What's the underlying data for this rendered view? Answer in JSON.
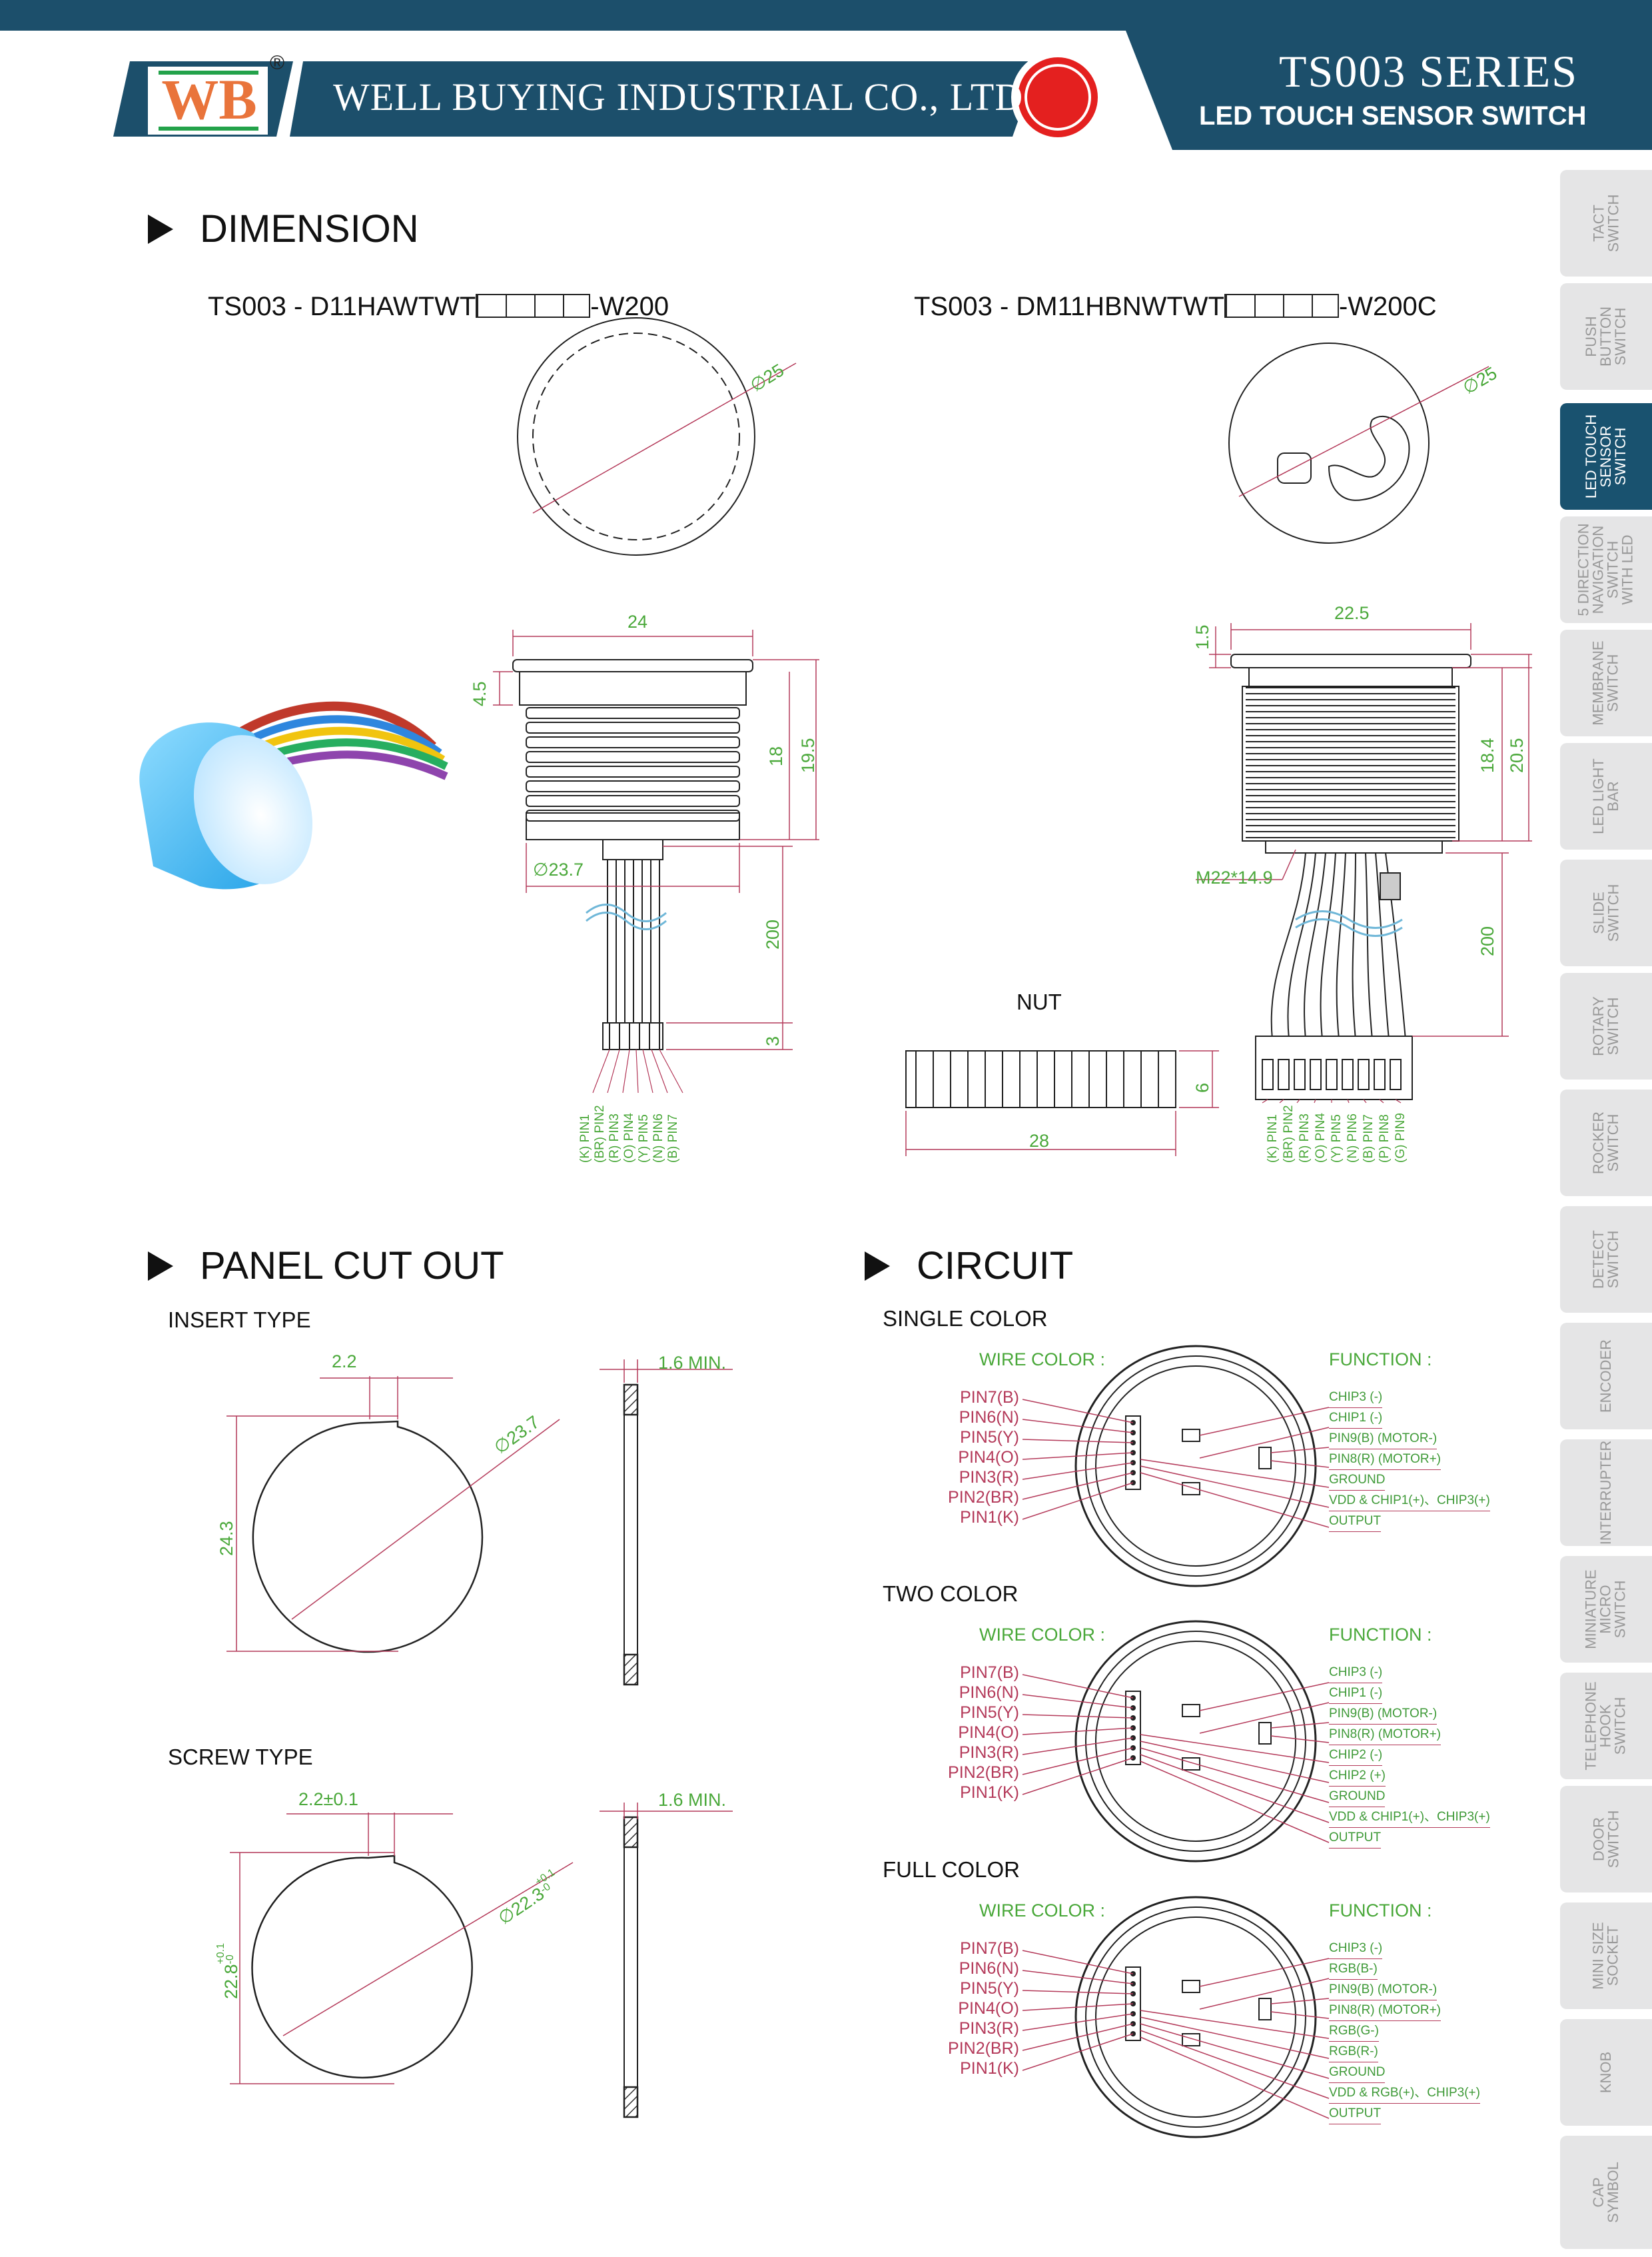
{
  "header": {
    "logo": "WB",
    "registered": "®",
    "company": "WELL BUYING INDUSTRIAL CO., LTD",
    "series": "TS003 SERIES",
    "product": "LED TOUCH SENSOR SWITCH",
    "colors": {
      "banner": "#1c4f6b",
      "logo_orange": "#e9743b",
      "red_dot": "#e4201f",
      "green_text": "#4aa83a",
      "leader_red": "#b43a5a"
    }
  },
  "sidebar": {
    "items": [
      {
        "label": "TACT\nSWITCH"
      },
      {
        "label": "PUSH\nBUTTON\nSWITCH"
      },
      {
        "label": "LED TOUCH\nSENSOR\nSWITCH",
        "active": true
      },
      {
        "label": "5 DIRECTION\nNAVIGATION\nSWITCH\nWITH LED"
      },
      {
        "label": "MEMBRANE\nSWITCH"
      },
      {
        "label": "LED LIGHT\nBAR"
      },
      {
        "label": "SLIDE\nSWITCH"
      },
      {
        "label": "ROTARY\nSWITCH"
      },
      {
        "label": "ROCKER\nSWITCH"
      },
      {
        "label": "DETECT\nSWITCH"
      },
      {
        "label": "ENCODER"
      },
      {
        "label": "INTERRUPTER"
      },
      {
        "label": "MINIATURE\nMICRO\nSWITCH"
      },
      {
        "label": "TELEPHONE\nHOOK\nSWITCH"
      },
      {
        "label": "DOOR\nSWITCH"
      },
      {
        "label": "MINI SIZE\nSOCKET"
      },
      {
        "label": "KNOB"
      },
      {
        "label": "CAP\nSYMBOL"
      }
    ]
  },
  "dimension": {
    "title": "DIMENSION",
    "left": {
      "part_prefix": "TS003 - D11HAWTWT",
      "part_suffix": "-W200",
      "dims": {
        "dia_top": "∅25",
        "width": "24",
        "h1": "4.5",
        "h2": "18",
        "h3": "19.5",
        "dia_body": "∅23.7",
        "lead": "200",
        "tip": "3"
      },
      "pins": [
        "(K) PIN1",
        "(BR) PIN2",
        "(R) PIN3",
        "(O) PIN4",
        "(Y) PIN5",
        "(N) PIN6",
        "(B) PIN7"
      ]
    },
    "right": {
      "part_prefix": "TS003 - DM11HBNWTWT",
      "part_suffix": "-W200C",
      "dims": {
        "dia_top": "∅25",
        "width": "22.5",
        "h1": "1.5",
        "h2": "18.4",
        "h3": "20.5",
        "thread": "M22*14.9",
        "lead": "200"
      },
      "pins": [
        "(K) PIN1",
        "(BR) PIN2",
        "(R) PIN3",
        "(O) PIN4",
        "(Y) PIN5",
        "(N) PIN6",
        "(B) PIN7",
        "(P) PIN8",
        "(G) PIN9"
      ]
    },
    "nut": {
      "label": "NUT",
      "height": "6",
      "width": "28"
    }
  },
  "panel_cutout": {
    "title": "PANEL CUT OUT",
    "insert": {
      "label": "INSERT TYPE",
      "flat": "2.2",
      "dia": "∅23.7",
      "height": "24.3",
      "thickness": "1.6 MIN."
    },
    "screw": {
      "label": "SCREW TYPE",
      "flat": "2.2±0.1",
      "dia": "∅22.3",
      "dia_tol_plus": "+0.1",
      "dia_tol_minus": "-0",
      "height": "22.8",
      "h_tol_plus": "+0.1",
      "h_tol_minus": "-0",
      "thickness": "1.6 MIN."
    }
  },
  "circuit": {
    "title": "CIRCUIT",
    "wire_color_label": "WIRE COLOR :",
    "function_label": "FUNCTION :",
    "wires": [
      "PIN7(B)",
      "PIN6(N)",
      "PIN5(Y)",
      "PIN4(O)",
      "PIN3(R)",
      "PIN2(BR)",
      "PIN1(K)"
    ],
    "single": {
      "label": "SINGLE COLOR",
      "functions": [
        "CHIP3 (-)",
        "CHIP1 (-)",
        "PIN9(B) (MOTOR-)",
        "PIN8(R) (MOTOR+)",
        "GROUND",
        "VDD & CHIP1(+)、CHIP3(+)",
        "OUTPUT"
      ]
    },
    "two": {
      "label": "TWO COLOR",
      "functions": [
        "CHIP3 (-)",
        "CHIP1 (-)",
        "PIN9(B) (MOTOR-)",
        "PIN8(R) (MOTOR+)",
        "CHIP2 (-)",
        "CHIP2 (+)",
        "GROUND",
        "VDD & CHIP1(+)、CHIP3(+)",
        "OUTPUT"
      ]
    },
    "full": {
      "label": "FULL COLOR",
      "functions": [
        "CHIP3 (-)",
        "RGB(B-)",
        "PIN9(B) (MOTOR-)",
        "PIN8(R) (MOTOR+)",
        "RGB(G-)",
        "RGB(R-)",
        "GROUND",
        "VDD & RGB(+)、CHIP3(+)",
        "OUTPUT"
      ]
    }
  }
}
